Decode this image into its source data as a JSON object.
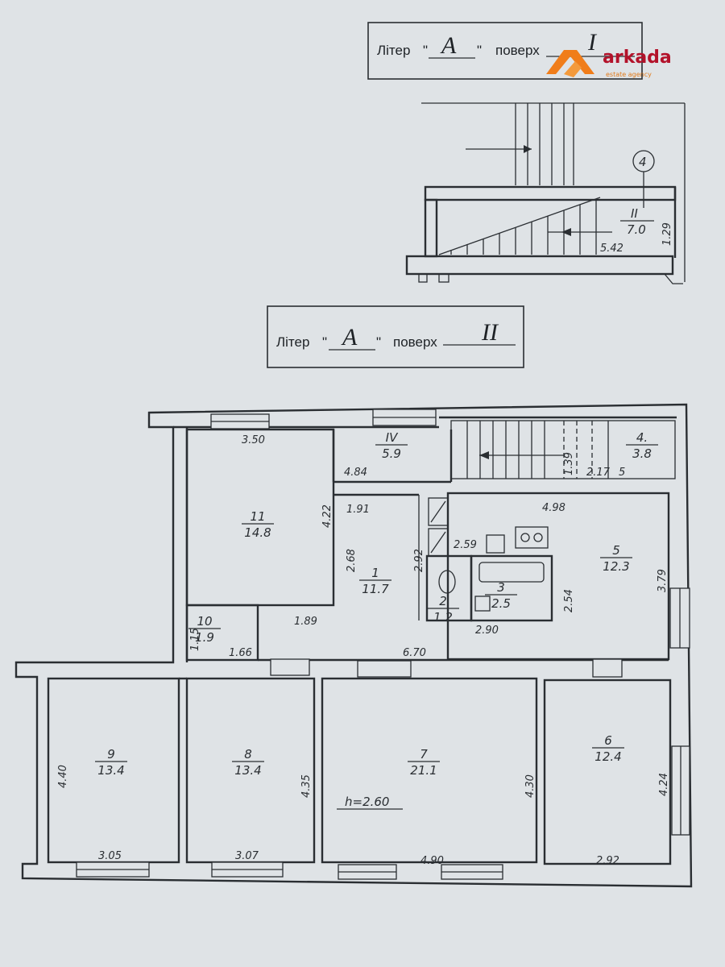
{
  "header_floor1": {
    "liter_label": "Літер",
    "quote_open": "\"",
    "quote_close": "\"",
    "liter_value": "А",
    "floor_label": "поверх",
    "floor_value": "I"
  },
  "header_floor2": {
    "liter_label": "Літер",
    "quote_open": "\"",
    "quote_close": "\"",
    "liter_value": "А",
    "floor_label": "поверх",
    "floor_value": "II"
  },
  "logo": {
    "name": "arkada",
    "tagline": "estate agency",
    "color_primary": "#b3122a",
    "color_accent": "#f07d1a"
  },
  "floor1": {
    "marker": "4",
    "room_num": "II",
    "room_area": "7.0",
    "dim_length": "5.42",
    "dim_height": "1.29"
  },
  "floor2_rooms": [
    {
      "id": "r1",
      "num": "1",
      "area": "11.7"
    },
    {
      "id": "r2",
      "num": "2",
      "area": "1.2"
    },
    {
      "id": "r3",
      "num": "3",
      "area": "2.5"
    },
    {
      "id": "r4",
      "num": "4.",
      "area": "3.8"
    },
    {
      "id": "r5",
      "num": "5",
      "area": "12.3"
    },
    {
      "id": "r6",
      "num": "6",
      "area": "12.4"
    },
    {
      "id": "r7",
      "num": "7",
      "area": "21.1"
    },
    {
      "id": "r8",
      "num": "8",
      "area": "13.4"
    },
    {
      "id": "r9",
      "num": "9",
      "area": "13.4"
    },
    {
      "id": "r10",
      "num": "10",
      "area": "1.9"
    },
    {
      "id": "r11",
      "num": "11",
      "area": "14.8"
    },
    {
      "id": "rIV",
      "num": "IV",
      "area": "5.9"
    }
  ],
  "dimensions": {
    "d350": "3.50",
    "d484": "4.84",
    "d422": "4.22",
    "d191": "1.91",
    "d268": "2.68",
    "d292": "2.92",
    "d259": "2.59",
    "d498": "4.98",
    "d379": "3.79",
    "d254": "2.54",
    "d290": "2.90",
    "d670": "6.70",
    "d189": "1.89",
    "d115": "1.15",
    "d166": "1.66",
    "d139": "1.39",
    "d217": "2.17",
    "d5": "5",
    "d440": "4.40",
    "d305": "3.05",
    "d307": "3.07",
    "d435": "4.35",
    "d490": "4.90",
    "d430": "4.30",
    "d424": "4.24",
    "d292b": "2.92",
    "height": "h=2.60"
  }
}
